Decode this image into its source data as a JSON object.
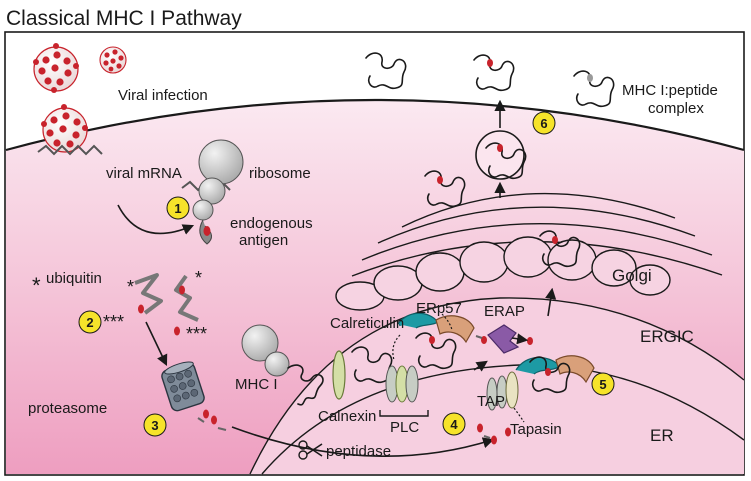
{
  "title": "Classical MHC I Pathway",
  "labels": {
    "viral_infection": "Viral infection",
    "viral_mrna": "viral mRNA",
    "ribosome": "ribosome",
    "endogenous_antigen_line1": "endogenous",
    "endogenous_antigen_line2": "antigen",
    "ubiquitin": "ubiquitin",
    "ubiquitin_marker": "*",
    "ubiquitin_tag_single": "*",
    "ubiquitin_tag_triple": "***",
    "proteasome": "proteasome",
    "peptidase": "peptidase",
    "mhc_i": "MHC I",
    "calnexin": "Calnexin",
    "calreticulin": "Calreticulin",
    "erp57": "ERp57",
    "erap": "ERAP",
    "plc": "PLC",
    "tap": "TAP",
    "tapasin": "Tapasin",
    "golgi": "Golgi",
    "ergic": "ERGIC",
    "er": "ER",
    "complex_line1": "MHC I:peptide",
    "complex_line2": "complex"
  },
  "steps": [
    "1",
    "2",
    "3",
    "4",
    "5",
    "6"
  ],
  "colors": {
    "cell_top": "#fbe8f0",
    "cell_bottom": "#ef9fc1",
    "step_badge": "#f6e32a",
    "virus_red": "#c8232c",
    "peptide_red": "#c8232c",
    "calnexin_green": "#d4dfa6",
    "chaperone_teal": "#1d9aa4",
    "erp57_tan": "#d9a07a",
    "erap_purple": "#8a5aa6",
    "tap_grey": "#b9bdb9"
  }
}
